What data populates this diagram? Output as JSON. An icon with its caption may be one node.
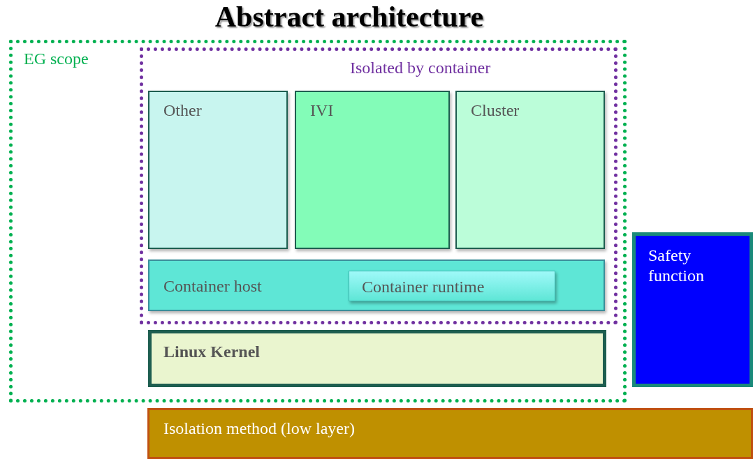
{
  "diagram": {
    "title": "Abstract architecture",
    "nodes": [
      {
        "text": [
          "EG scope"
        ]
      },
      {
        "text": [
          "Isolated by container"
        ],
        "in": 0
      },
      {
        "text": [
          "Other"
        ],
        "in": 1
      },
      {
        "text": [
          "IVI"
        ],
        "in": 1
      },
      {
        "text": [
          "Cluster"
        ],
        "in": 1
      },
      {
        "text": [
          "Container host"
        ],
        "in": 1
      },
      {
        "text": [
          "Container runtime"
        ],
        "in": 5
      },
      {
        "text": [
          "Linux Kernel"
        ],
        "in": 0
      },
      {
        "text": [
          "Safety function"
        ]
      },
      {
        "text": [
          "Isolation method (low layer)"
        ]
      }
    ]
  }
}
